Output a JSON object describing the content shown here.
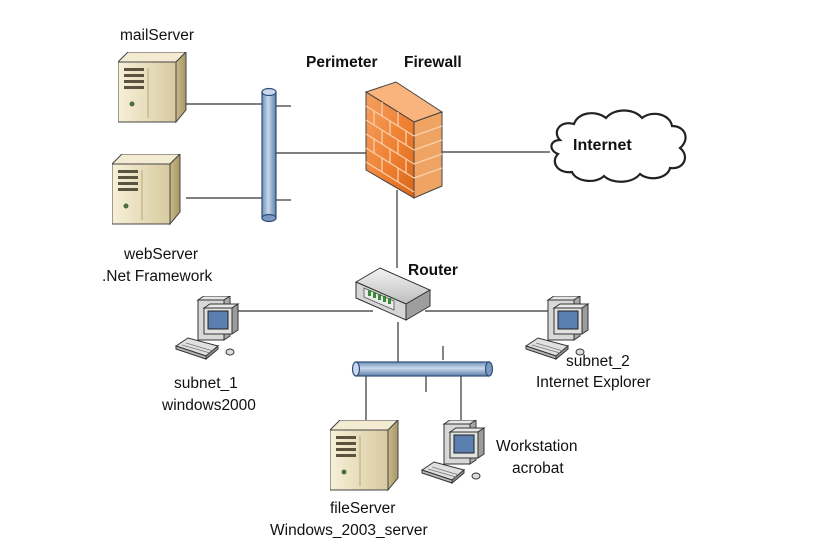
{
  "labels": {
    "mail_server": "mailServer",
    "perimeter": "Perimeter",
    "firewall": "Firewall",
    "internet": "Internet",
    "web_server_1": "webServer",
    "web_server_2": ".Net Framework",
    "router": "Router",
    "subnet1_1": "subnet_1",
    "subnet1_2": "windows2000",
    "subnet2_1": "subnet_2",
    "subnet2_2": "Internet Explorer",
    "workstation_1": "Workstation",
    "workstation_2": "acrobat",
    "file_server_1": "fileServer",
    "file_server_2": "Windows_2003_server"
  },
  "colors": {
    "bus_fill": "#a9c0dc",
    "bus_stroke": "#2f4f7a",
    "firewall_orange": "#f08a3c",
    "firewall_light": "#f7b27a",
    "server_tan": "#ede3c2",
    "line": "#333333"
  }
}
